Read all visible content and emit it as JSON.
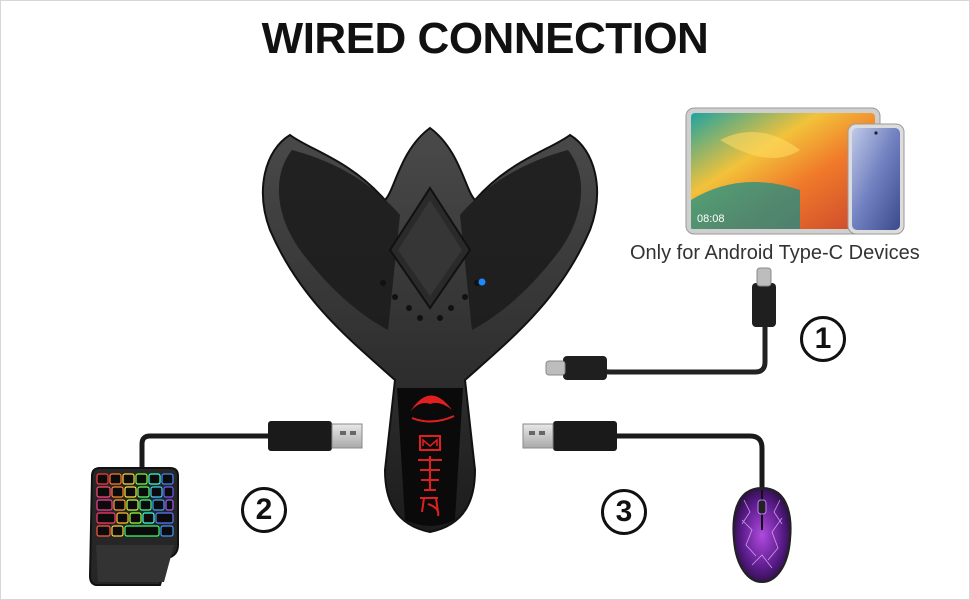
{
  "heading": "WIRED CONNECTION",
  "caption": "Only for Android Type-C Devices",
  "tablet_clock": "08:08",
  "steps": [
    "1",
    "2",
    "3"
  ],
  "colors": {
    "adapter": "#2b2b2b",
    "accent_red": "#e02020",
    "led_blue": "#1e88ff"
  }
}
